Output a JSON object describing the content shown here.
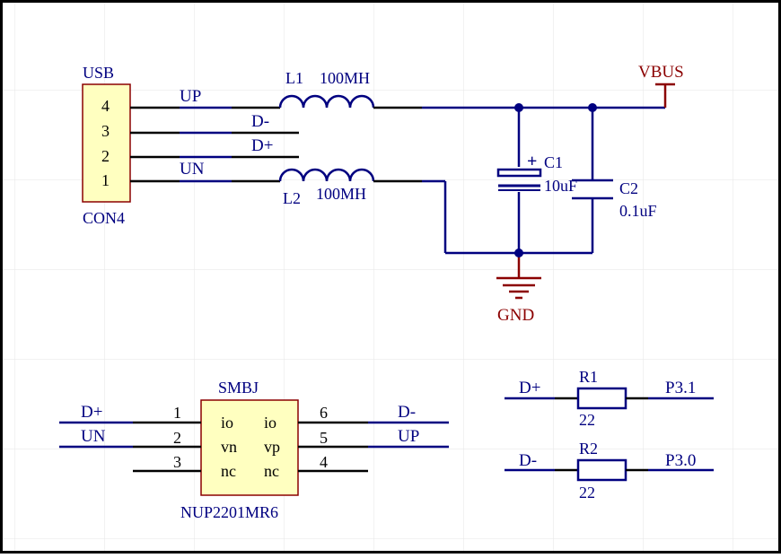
{
  "connector": {
    "designator": "USB",
    "value": "CON4",
    "pins": [
      "4",
      "3",
      "2",
      "1"
    ]
  },
  "nets": {
    "up": "UP",
    "un": "UN",
    "dminus": "D-",
    "dplus": "D+"
  },
  "inductors": [
    {
      "designator": "L1",
      "value": "100MH"
    },
    {
      "designator": "L2",
      "value": "100MH"
    }
  ],
  "capacitors": [
    {
      "designator": "C1",
      "value": "10uF",
      "polarity": "+"
    },
    {
      "designator": "C2",
      "value": "0.1uF"
    }
  ],
  "power": {
    "vbus": "VBUS",
    "gnd": "GND"
  },
  "ic": {
    "name": "SMBJ",
    "part": "NUP2201MR6",
    "left_pins": [
      {
        "num": "1",
        "name": "io",
        "net": "D+"
      },
      {
        "num": "2",
        "name": "vn",
        "net": "UN"
      },
      {
        "num": "3",
        "name": "nc",
        "net": ""
      }
    ],
    "right_pins": [
      {
        "num": "6",
        "name": "io",
        "net": "D-"
      },
      {
        "num": "5",
        "name": "vp",
        "net": "UP"
      },
      {
        "num": "4",
        "name": "nc",
        "net": ""
      }
    ]
  },
  "resistors": [
    {
      "designator": "R1",
      "value": "22",
      "net_in": "D+",
      "net_out": "P3.1"
    },
    {
      "designator": "R2",
      "value": "22",
      "net_in": "D-",
      "net_out": "P3.0"
    }
  ],
  "colors": {
    "wire": "#000080",
    "pin": "#000000",
    "body_fill": "#ffffc0",
    "body_stroke": "#8b0000",
    "power": "#8b0000",
    "grid": "#e8e8e8"
  }
}
